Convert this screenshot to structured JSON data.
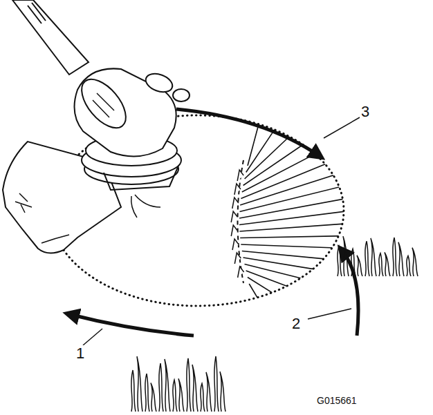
{
  "diagram": {
    "labels": [
      "1",
      "2",
      "3",
      "G015661"
    ]
  }
}
